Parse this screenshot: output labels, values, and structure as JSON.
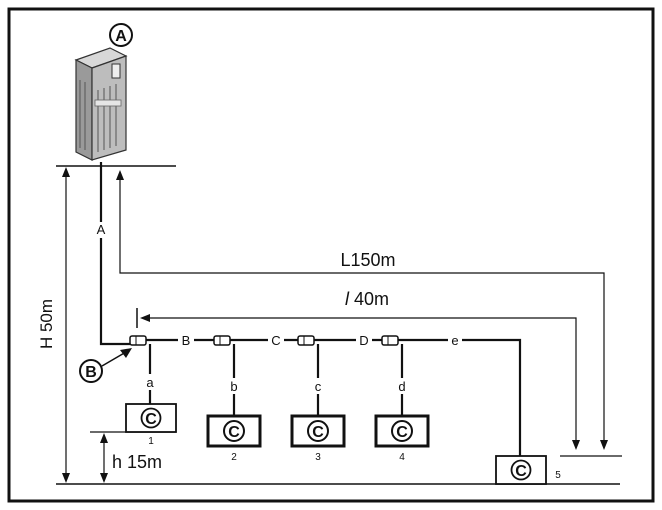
{
  "labels": {
    "outdoor_unit": "A",
    "branch_kit": "B",
    "indoor_unit": "C",
    "main_pipe": "A"
  },
  "dimensions": {
    "total_height": "H 50m",
    "indoor_height_diff": "h 15m",
    "max_length": "L150m",
    "length_after_first_branch_prefix": "l",
    "length_after_first_branch_value": " 40m"
  },
  "segments": [
    "B",
    "C",
    "D",
    "e"
  ],
  "branch_pipes": [
    "a",
    "b",
    "c",
    "d"
  ],
  "indoor_units": [
    "1",
    "2",
    "3",
    "4",
    "5"
  ]
}
